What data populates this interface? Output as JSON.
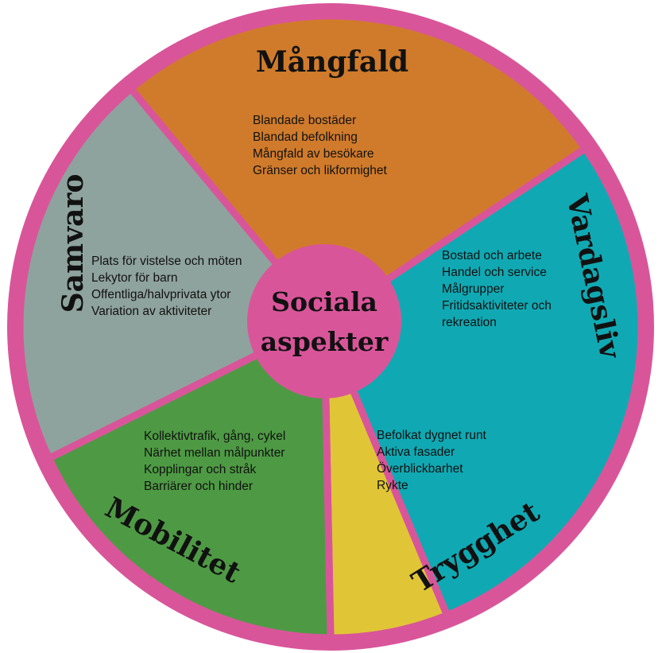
{
  "colors": {
    "border": "#d9559a",
    "center": "#d9559a",
    "mangfald": "#d07b2b",
    "vardagsliv": "#10a9b3",
    "trygghet": "#e0c636",
    "mobilitet": "#4e9a44",
    "samvaro": "#8fa39e"
  },
  "center": {
    "line1": "Sociala",
    "line2": "aspekter"
  },
  "segments": {
    "mangfald": {
      "title": "Mångfald",
      "items": [
        "Blandade bostäder",
        "Blandad befolkning",
        "Mångfald av besökare",
        "Gränser och likformighet"
      ]
    },
    "vardagsliv": {
      "title": "Vardagsliv",
      "items": [
        "Bostad och arbete",
        "Handel och service",
        "Målgrupper",
        "Fritidsaktiviteter och",
        "rekreation"
      ]
    },
    "trygghet": {
      "title": "Trygghet",
      "items": [
        "Befolkat dygnet runt",
        "Aktiva fasader",
        "Överblickbarhet",
        "Rykte"
      ]
    },
    "mobilitet": {
      "title": "Mobilitet",
      "items": [
        "Kollektivtrafik, gång, cykel",
        "Närhet mellan målpunkter",
        "Kopplingar och stråk",
        "Barriärer och hinder"
      ]
    },
    "samvaro": {
      "title": "Samvaro",
      "items": [
        "Plats för vistelse och möten",
        "Lekytor för barn",
        "Offentliga/halvprivata ytor",
        "Variation av aktiviteter"
      ]
    }
  }
}
